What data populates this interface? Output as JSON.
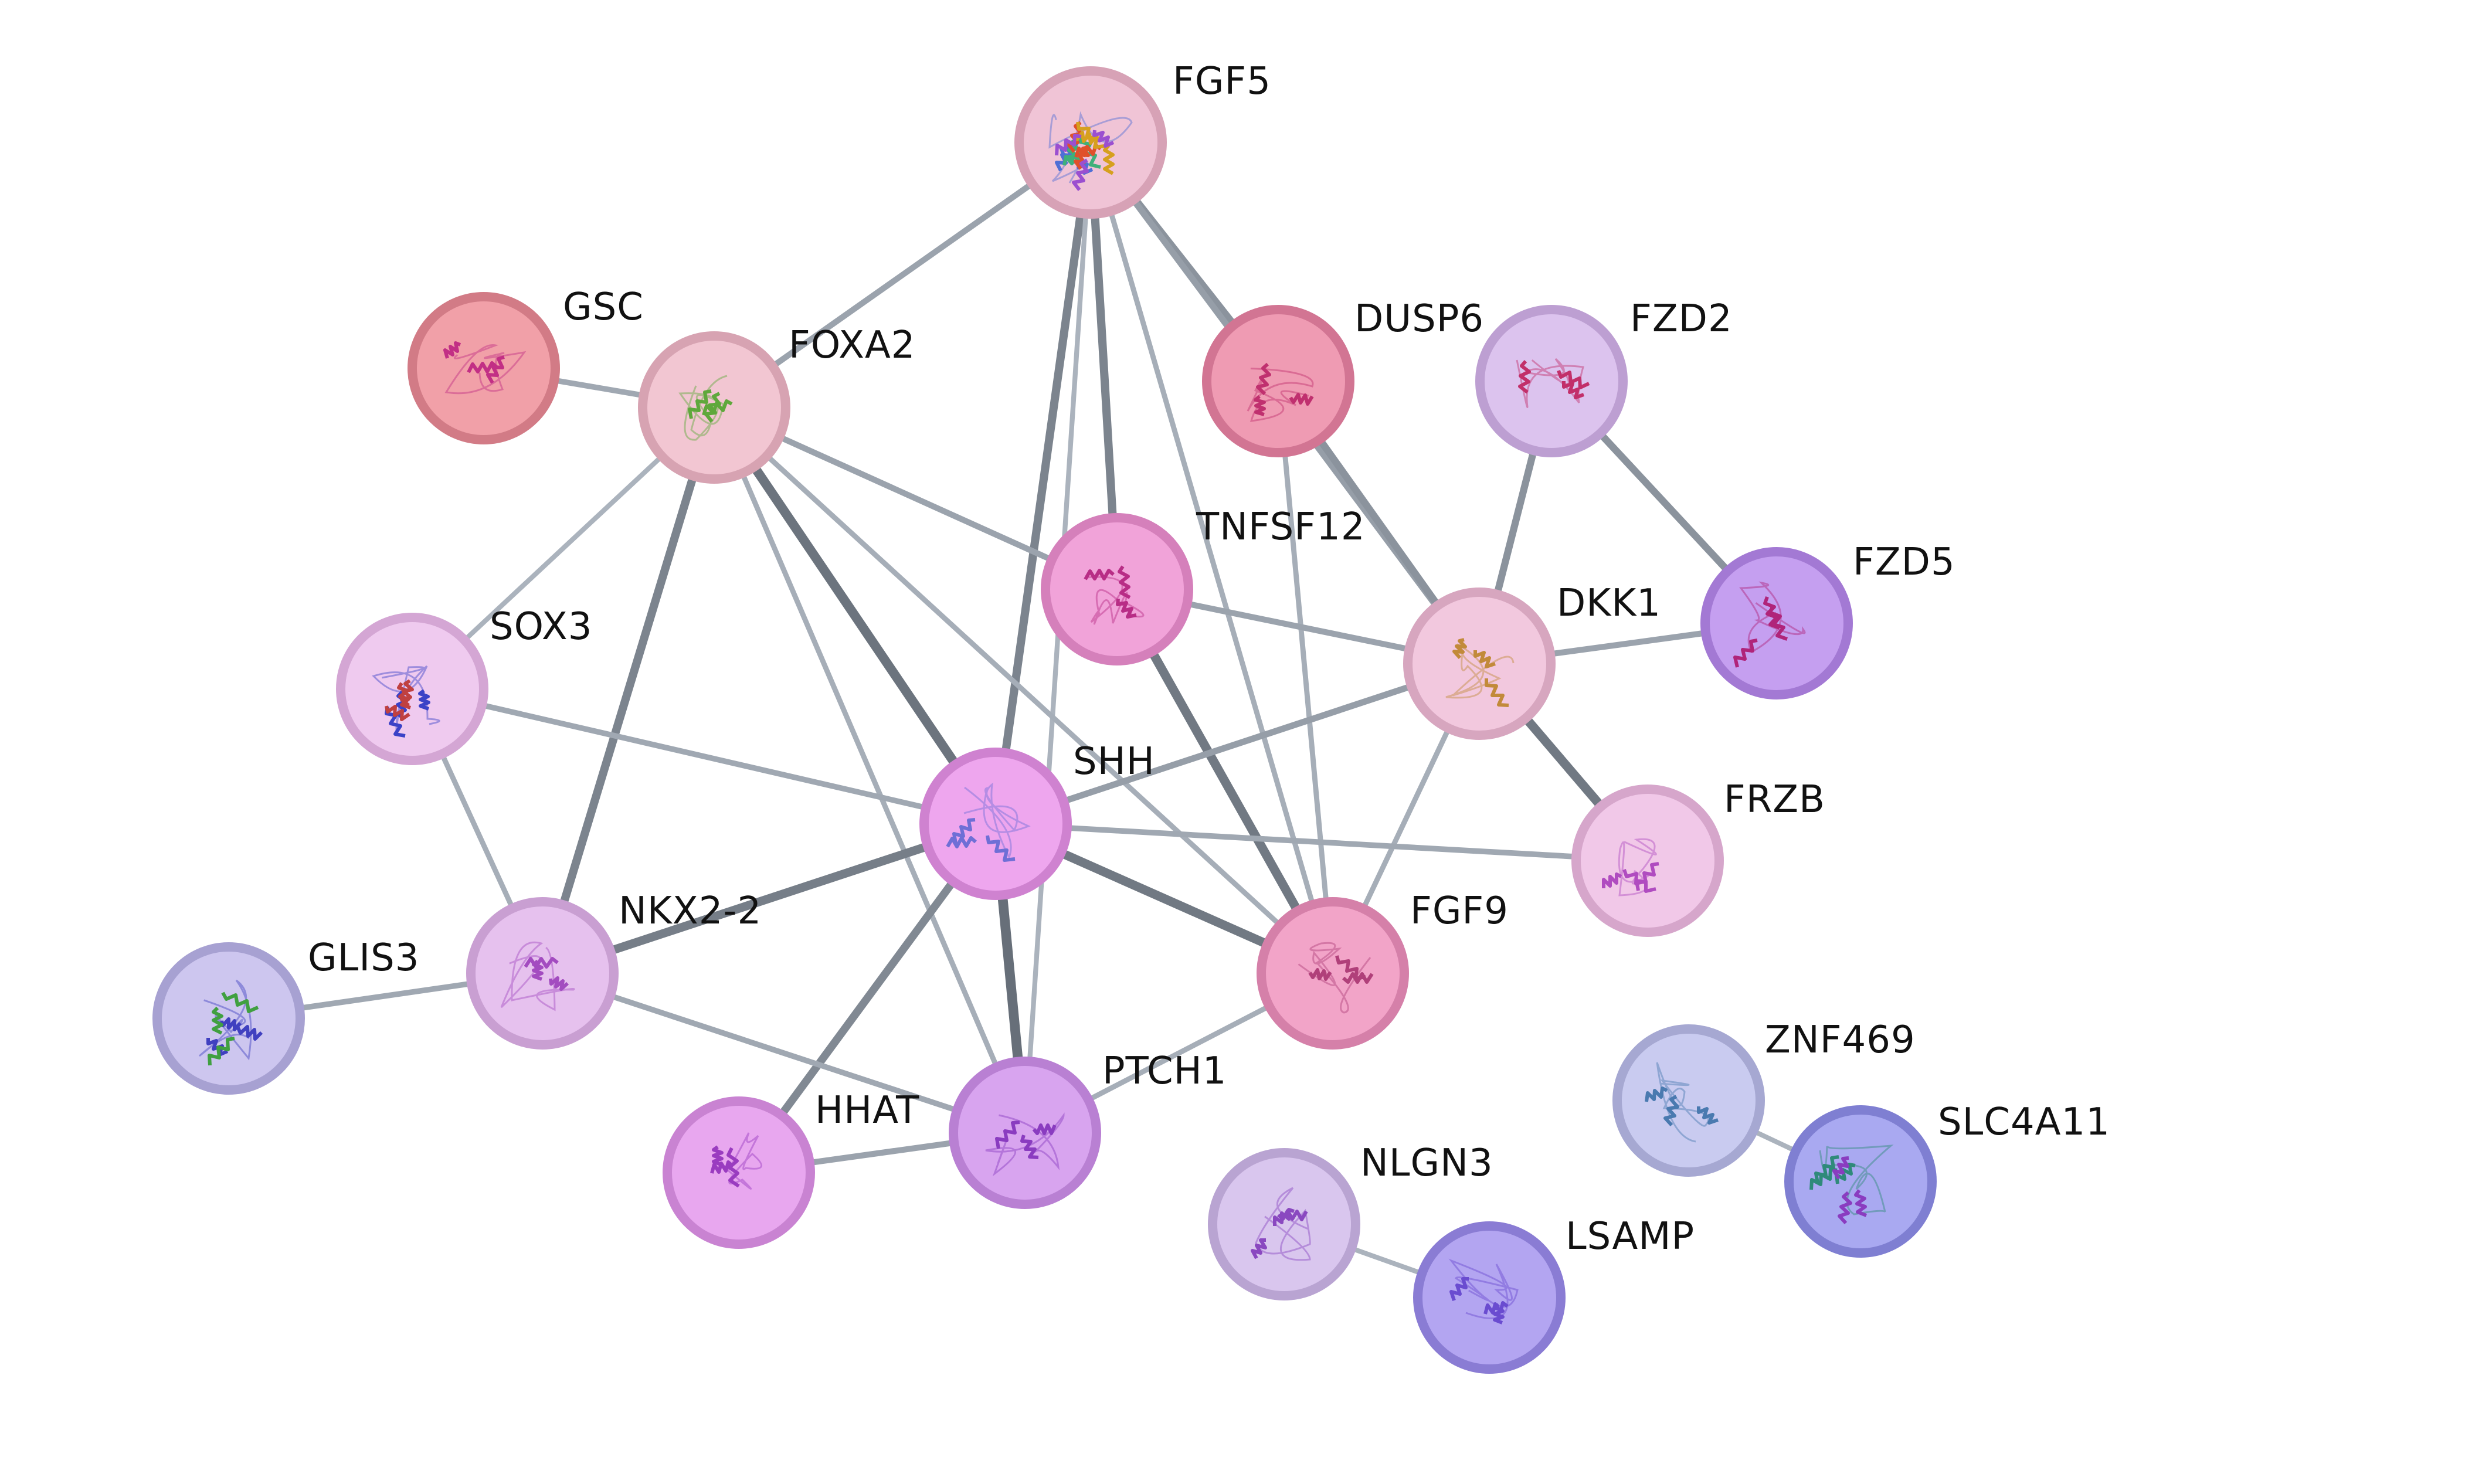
{
  "diagram": {
    "type": "protein-interaction-network",
    "nodes": [
      {
        "id": "FGF5",
        "label": "FGF5",
        "fill": "#f0c4d6",
        "ring": "#d7a2b6",
        "art": [
          "#4f6fd6",
          "#3fb07a",
          "#e0502a",
          "#d6a01e",
          "#9b4fd0"
        ]
      },
      {
        "id": "GSC",
        "label": "GSC",
        "fill": "#f1a0a8",
        "ring": "#d27b86",
        "art": [
          "#c22f85"
        ]
      },
      {
        "id": "FOXA2",
        "label": "FOXA2",
        "fill": "#f2c6d2",
        "ring": "#d7a3b2",
        "art": [
          "#5fa83c"
        ]
      },
      {
        "id": "DUSP6",
        "label": "DUSP6",
        "fill": "#ef9bb3",
        "ring": "#d27593",
        "art": [
          "#c0306f"
        ]
      },
      {
        "id": "FZD2",
        "label": "FZD2",
        "fill": "#dcc3ee",
        "ring": "#bd9fd2",
        "art": [
          "#c22f6a"
        ]
      },
      {
        "id": "TNFSF12",
        "label": "TNFSF12",
        "fill": "#f1a3d9",
        "ring": "#d580bb",
        "art": [
          "#b82d86"
        ]
      },
      {
        "id": "FZD5",
        "label": "FZD5",
        "fill": "#c59ff0",
        "ring": "#a379d4",
        "art": [
          "#b0247a"
        ]
      },
      {
        "id": "SOX3",
        "label": "SOX3",
        "fill": "#efcaef",
        "ring": "#d4a6d4",
        "art": [
          "#3b42c7",
          "#c04040"
        ]
      },
      {
        "id": "DKK1",
        "label": "DKK1",
        "fill": "#f2c8de",
        "ring": "#d7a6bf",
        "art": [
          "#c28a3a"
        ]
      },
      {
        "id": "SHH",
        "label": "SHH",
        "fill": "#eea6ee",
        "ring": "#cf82d0",
        "art": [
          "#6f6fd6"
        ]
      },
      {
        "id": "FRZB",
        "label": "FRZB",
        "fill": "#f1c8e8",
        "ring": "#d6a6cb",
        "art": [
          "#b04cc0"
        ]
      },
      {
        "id": "NKX2-2",
        "label": "NKX2-2",
        "fill": "#e6c1ee",
        "ring": "#c99fd2",
        "art": [
          "#a34cc0"
        ]
      },
      {
        "id": "GLIS3",
        "label": "GLIS3",
        "fill": "#cdc6ef",
        "ring": "#a7a1d2",
        "art": [
          "#4040c0",
          "#40a040"
        ]
      },
      {
        "id": "FGF9",
        "label": "FGF9",
        "fill": "#f2a4c8",
        "ring": "#d580a9",
        "art": [
          "#b0407a"
        ]
      },
      {
        "id": "PTCH1",
        "label": "PTCH1",
        "fill": "#d8a4ef",
        "ring": "#b980d3",
        "art": [
          "#8a3cc0"
        ]
      },
      {
        "id": "HHAT",
        "label": "HHAT",
        "fill": "#e8a7ef",
        "ring": "#c983d2",
        "art": [
          "#9a3cc0"
        ]
      },
      {
        "id": "ZNF469",
        "label": "ZNF469",
        "fill": "#c9cbf0",
        "ring": "#a6a8d2",
        "art": [
          "#4a7ab0"
        ]
      },
      {
        "id": "NLGN3",
        "label": "NLGN3",
        "fill": "#d9c6ee",
        "ring": "#b9a4d2",
        "art": [
          "#8a48c0"
        ]
      },
      {
        "id": "SLC4A11",
        "label": "SLC4A11",
        "fill": "#a9a9f1",
        "ring": "#7f7fd2",
        "art": [
          "#2f8a7a",
          "#8a3cc0"
        ]
      },
      {
        "id": "LSAMP",
        "label": "LSAMP",
        "fill": "#b3a5f1",
        "ring": "#8a7cd4",
        "art": [
          "#6a4cd0"
        ]
      }
    ],
    "edges": [
      {
        "source": "FGF5",
        "target": "FOXA2",
        "strength": 0.4
      },
      {
        "source": "FGF5",
        "target": "SHH",
        "strength": 0.7
      },
      {
        "source": "FGF5",
        "target": "TNFSF12",
        "strength": 0.7
      },
      {
        "source": "FGF5",
        "target": "DUSP6",
        "strength": 0.55
      },
      {
        "source": "FGF5",
        "target": "DKK1",
        "strength": 0.45
      },
      {
        "source": "FGF5",
        "target": "FGF9",
        "strength": 0.3
      },
      {
        "source": "FGF5",
        "target": "PTCH1",
        "strength": 0.25
      },
      {
        "source": "GSC",
        "target": "FOXA2",
        "strength": 0.35
      },
      {
        "source": "FOXA2",
        "target": "TNFSF12",
        "strength": 0.4
      },
      {
        "source": "FOXA2",
        "target": "SOX3",
        "strength": 0.25
      },
      {
        "source": "FOXA2",
        "target": "NKX2-2",
        "strength": 0.7
      },
      {
        "source": "FOXA2",
        "target": "SHH",
        "strength": 0.85
      },
      {
        "source": "FOXA2",
        "target": "PTCH1",
        "strength": 0.3
      },
      {
        "source": "FOXA2",
        "target": "FGF9",
        "strength": 0.3
      },
      {
        "source": "DUSP6",
        "target": "DKK1",
        "strength": 0.55
      },
      {
        "source": "DUSP6",
        "target": "FGF9",
        "strength": 0.3
      },
      {
        "source": "FZD2",
        "target": "DKK1",
        "strength": 0.55
      },
      {
        "source": "FZD2",
        "target": "FZD5",
        "strength": 0.55
      },
      {
        "source": "TNFSF12",
        "target": "DKK1",
        "strength": 0.4
      },
      {
        "source": "TNFSF12",
        "target": "FGF9",
        "strength": 0.8
      },
      {
        "source": "DKK1",
        "target": "FZD5",
        "strength": 0.4
      },
      {
        "source": "DKK1",
        "target": "FRZB",
        "strength": 0.8
      },
      {
        "source": "DKK1",
        "target": "SHH",
        "strength": 0.45
      },
      {
        "source": "DKK1",
        "target": "FGF9",
        "strength": 0.3
      },
      {
        "source": "SOX3",
        "target": "SHH",
        "strength": 0.35
      },
      {
        "source": "SOX3",
        "target": "NKX2-2",
        "strength": 0.3
      },
      {
        "source": "SHH",
        "target": "NKX2-2",
        "strength": 0.75
      },
      {
        "source": "SHH",
        "target": "FRZB",
        "strength": 0.35
      },
      {
        "source": "SHH",
        "target": "FGF9",
        "strength": 0.8
      },
      {
        "source": "SHH",
        "target": "PTCH1",
        "strength": 0.9
      },
      {
        "source": "SHH",
        "target": "HHAT",
        "strength": 0.65
      },
      {
        "source": "NKX2-2",
        "target": "GLIS3",
        "strength": 0.35
      },
      {
        "source": "NKX2-2",
        "target": "PTCH1",
        "strength": 0.35
      },
      {
        "source": "FGF9",
        "target": "PTCH1",
        "strength": 0.3
      },
      {
        "source": "PTCH1",
        "target": "HHAT",
        "strength": 0.4
      },
      {
        "source": "ZNF469",
        "target": "SLC4A11",
        "strength": 0.25
      },
      {
        "source": "NLGN3",
        "target": "LSAMP",
        "strength": 0.25
      }
    ]
  }
}
